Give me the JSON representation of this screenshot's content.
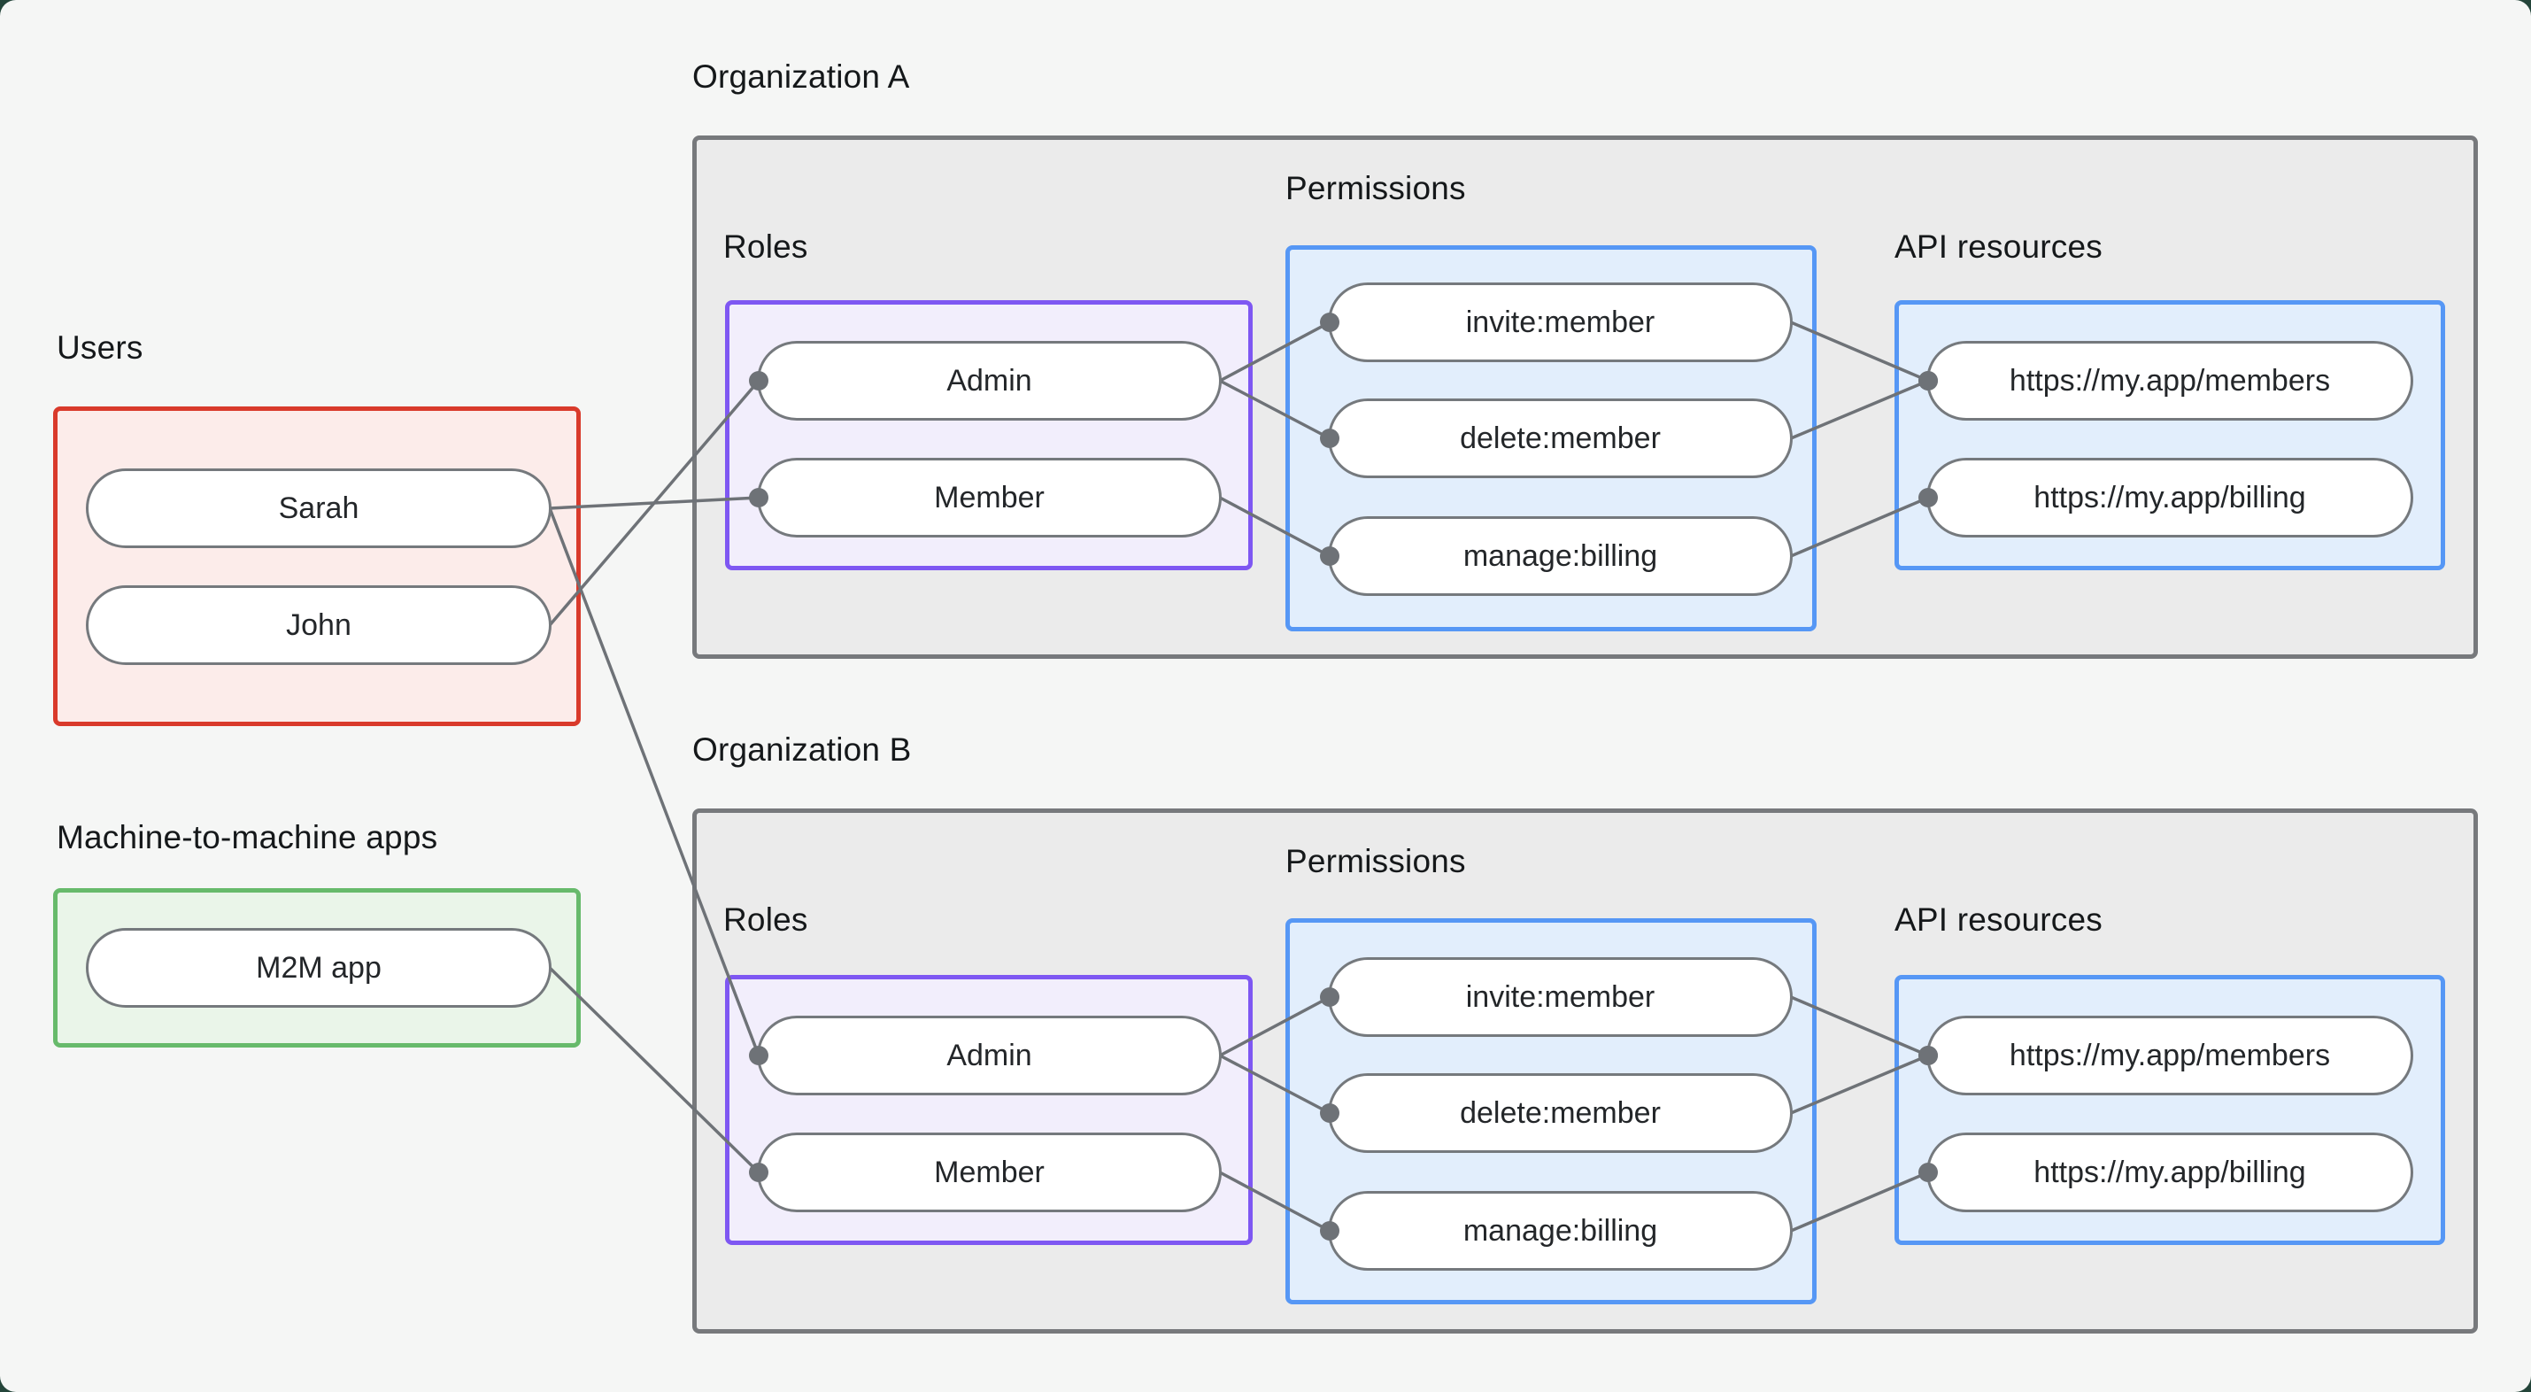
{
  "palette": {
    "page_background": "#f5f6f5",
    "outer_corner_background": "#24453a",
    "users_border": "#d93a2b",
    "users_fill": "#fcecea",
    "m2m_border": "#67ba6b",
    "m2m_fill": "#eaf5e9",
    "org_border": "#77797c",
    "org_fill": "#ebebeb",
    "roles_border": "#7e57f2",
    "roles_fill": "#f2eefc",
    "blue_border": "#5697f5",
    "blue_fill": "#e2eefc",
    "node_border": "#75797d",
    "node_fill": "#ffffff",
    "edge_color": "#6e7277",
    "text_color": "#15181a"
  },
  "groups": {
    "users": {
      "label": "Users",
      "items": [
        {
          "id": "sarah",
          "label": "Sarah"
        },
        {
          "id": "john",
          "label": "John"
        }
      ]
    },
    "m2m": {
      "label": "Machine-to-machine apps",
      "items": [
        {
          "id": "m2m-app",
          "label": "M2M app"
        }
      ]
    },
    "organizations": [
      {
        "label": "Organization A",
        "roles": {
          "label": "Roles",
          "items": [
            {
              "id": "org-a-admin",
              "label": "Admin"
            },
            {
              "id": "org-a-member",
              "label": "Member"
            }
          ]
        },
        "permissions": {
          "label": "Permissions",
          "items": [
            {
              "id": "org-a-invite",
              "label": "invite:member"
            },
            {
              "id": "org-a-delete",
              "label": "delete:member"
            },
            {
              "id": "org-a-manage",
              "label": "manage:billing"
            }
          ]
        },
        "api_resources": {
          "label": "API resources",
          "items": [
            {
              "id": "org-a-members-api",
              "label": "https://my.app/members"
            },
            {
              "id": "org-a-billing-api",
              "label": "https://my.app/billing"
            }
          ]
        }
      },
      {
        "label": "Organization B",
        "roles": {
          "label": "Roles",
          "items": [
            {
              "id": "org-b-admin",
              "label": "Admin"
            },
            {
              "id": "org-b-member",
              "label": "Member"
            }
          ]
        },
        "permissions": {
          "label": "Permissions",
          "items": [
            {
              "id": "org-b-invite",
              "label": "invite:member"
            },
            {
              "id": "org-b-delete",
              "label": "delete:member"
            },
            {
              "id": "org-b-manage",
              "label": "manage:billing"
            }
          ]
        },
        "api_resources": {
          "label": "API resources",
          "items": [
            {
              "id": "org-b-members-api",
              "label": "https://my.app/members"
            },
            {
              "id": "org-b-billing-api",
              "label": "https://my.app/billing"
            }
          ]
        }
      }
    ]
  },
  "edges": [
    {
      "from": "sarah",
      "to": "org-a-member"
    },
    {
      "from": "john",
      "to": "org-a-admin"
    },
    {
      "from": "sarah",
      "to": "org-b-admin"
    },
    {
      "from": "m2m-app",
      "to": "org-b-member"
    },
    {
      "from": "org-a-admin",
      "to": "org-a-invite"
    },
    {
      "from": "org-a-admin",
      "to": "org-a-delete"
    },
    {
      "from": "org-a-member",
      "to": "org-a-manage"
    },
    {
      "from": "org-a-invite",
      "to": "org-a-members-api"
    },
    {
      "from": "org-a-delete",
      "to": "org-a-members-api"
    },
    {
      "from": "org-a-manage",
      "to": "org-a-billing-api"
    },
    {
      "from": "org-b-admin",
      "to": "org-b-invite"
    },
    {
      "from": "org-b-admin",
      "to": "org-b-delete"
    },
    {
      "from": "org-b-member",
      "to": "org-b-manage"
    },
    {
      "from": "org-b-invite",
      "to": "org-b-members-api"
    },
    {
      "from": "org-b-delete",
      "to": "org-b-members-api"
    },
    {
      "from": "org-b-manage",
      "to": "org-b-billing-api"
    }
  ]
}
